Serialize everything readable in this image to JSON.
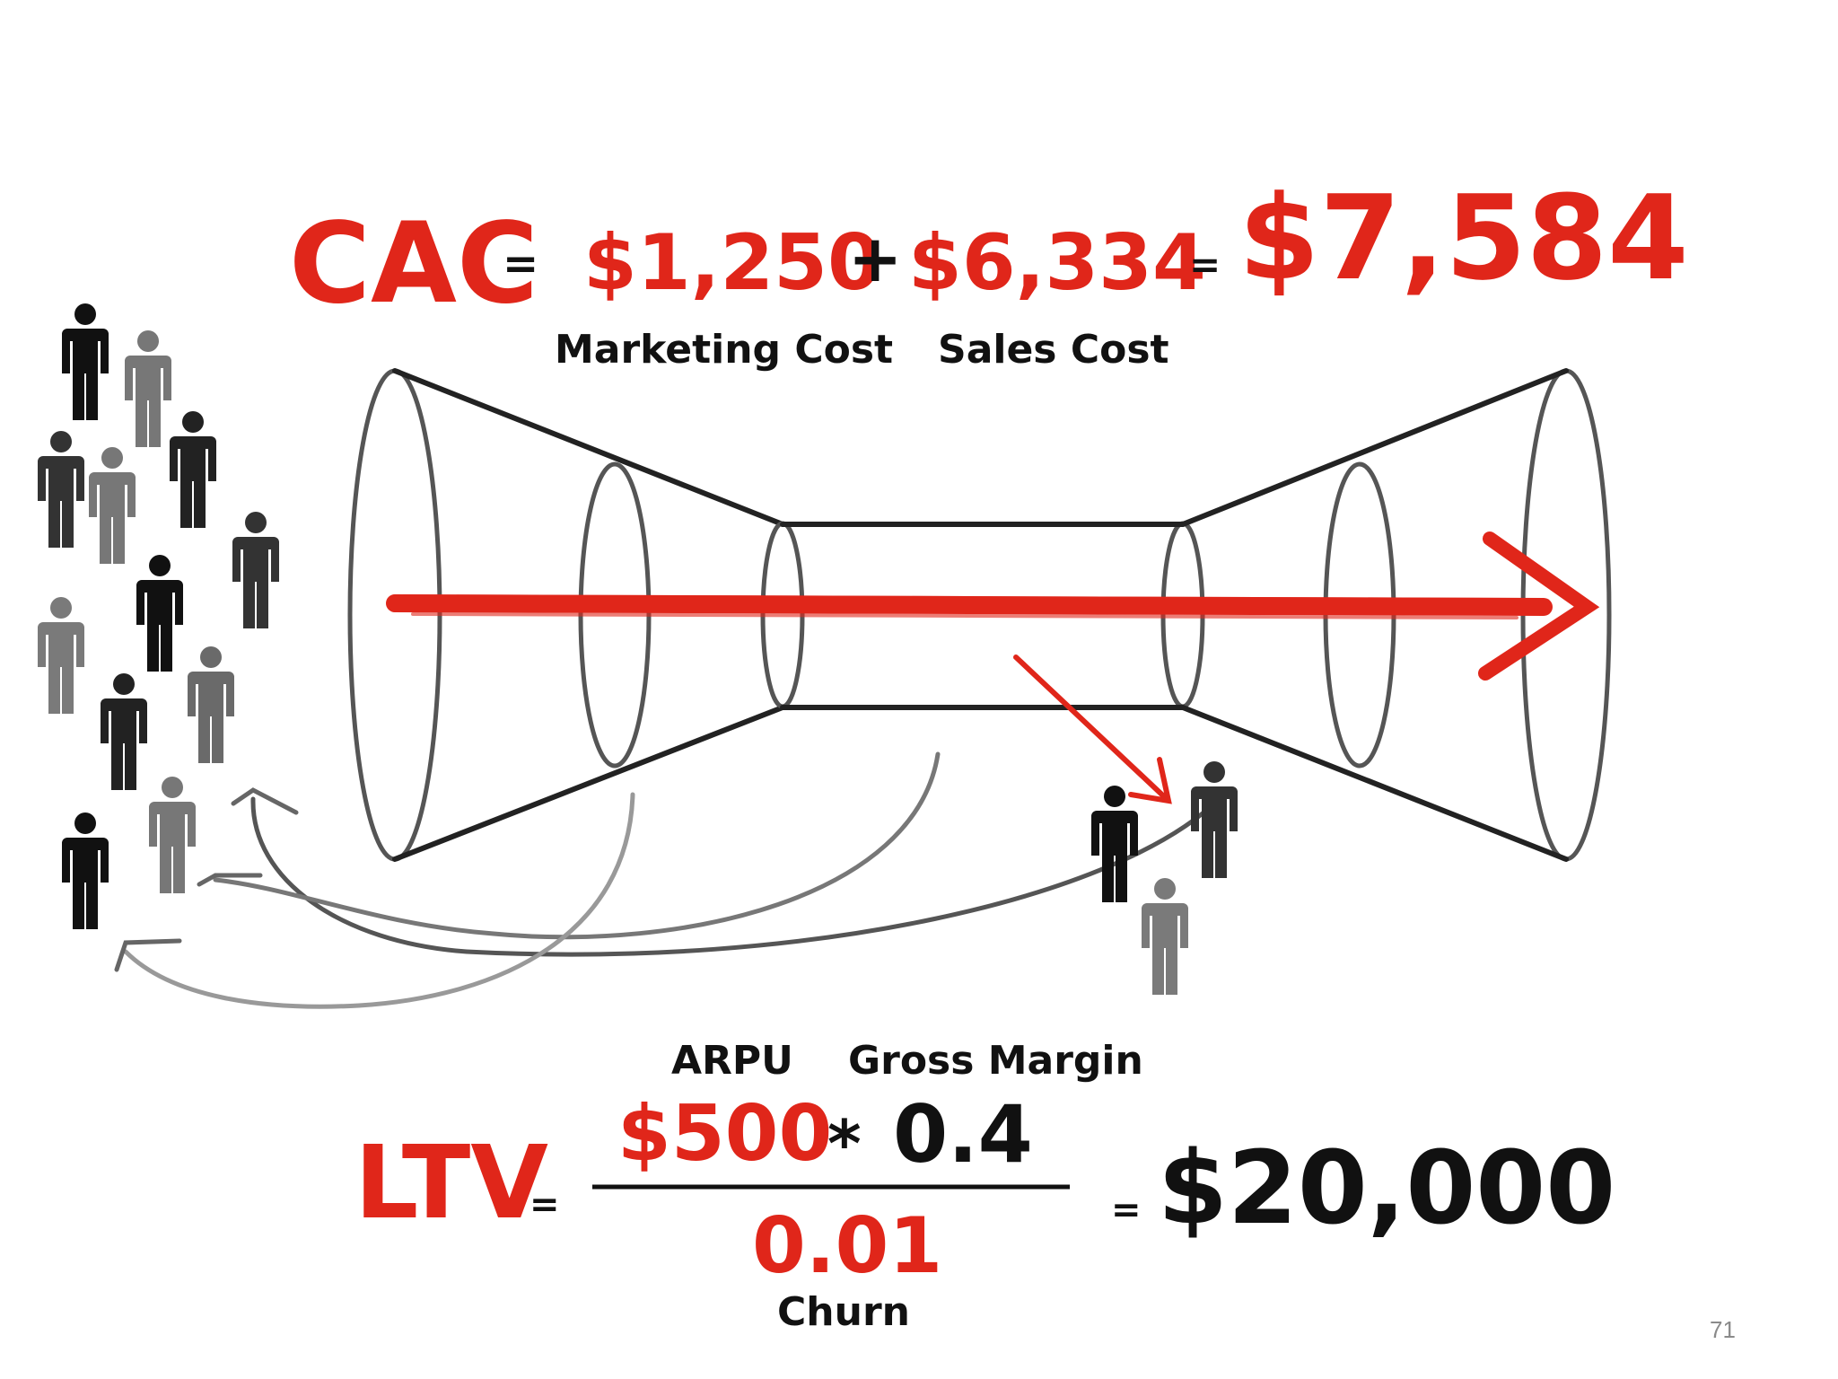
{
  "colors": {
    "accent": "#e0261a",
    "ink": "#111111",
    "grey_person": "#7a7a7a",
    "dark_person": "#333333"
  },
  "icons": {
    "person": "person-icon"
  },
  "cac": {
    "label": "CAC",
    "eq1": "=",
    "marketing_value": "$1,250",
    "plus": "+",
    "sales_value": "$6,334",
    "eq2": "=",
    "total": "$7,584",
    "marketing_label": "Marketing Cost",
    "sales_label": "Sales Cost"
  },
  "ltv": {
    "label": "LTV",
    "eq1": "=",
    "arpu_label": "ARPU",
    "gross_margin_label": "Gross Margin",
    "arpu_value": "$500",
    "times": "*",
    "gross_margin_value": "0.4",
    "churn_value": "0.01",
    "churn_label": "Churn",
    "eq2": "=",
    "total": "$20,000"
  },
  "page_number": "71"
}
